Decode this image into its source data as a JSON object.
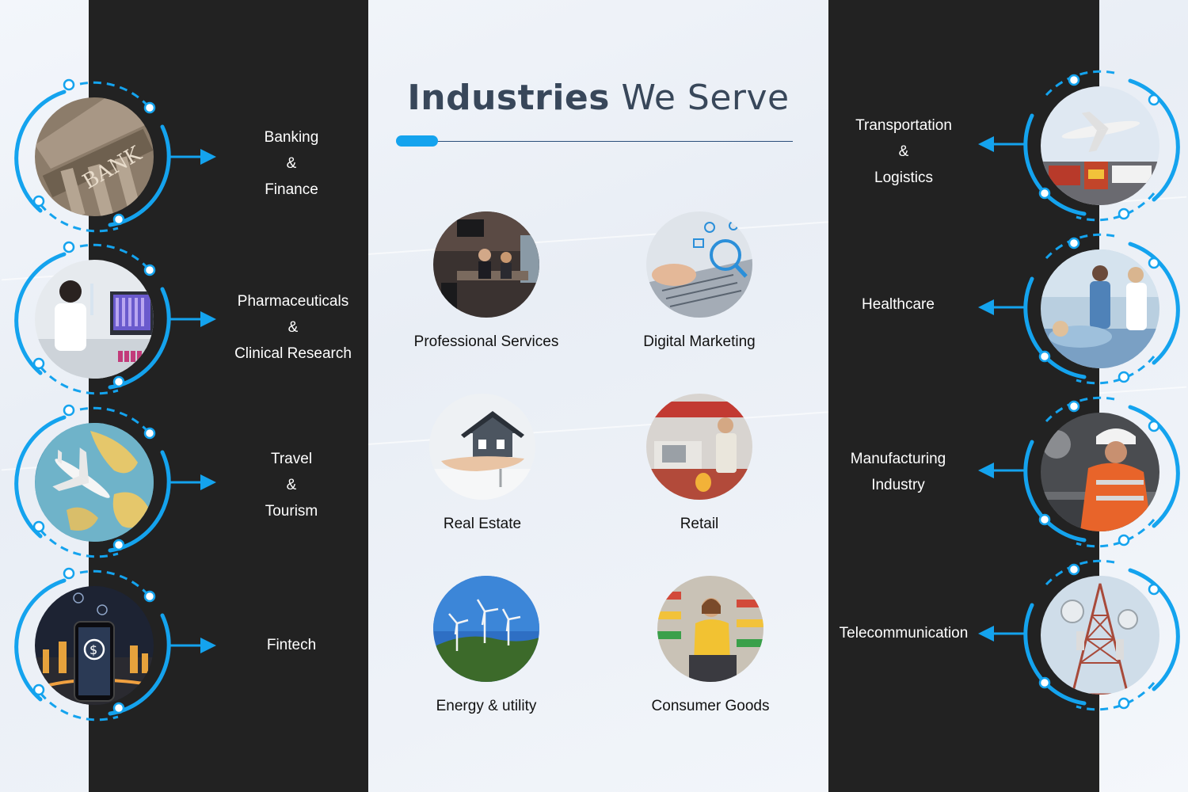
{
  "header": {
    "title_bold": "Industries",
    "title_regular": "We Serve"
  },
  "colors": {
    "accent": "#14a3ee",
    "panel": "#222222",
    "title": "#38475a"
  },
  "left_items": [
    {
      "line1": "Banking",
      "line2": "&",
      "line3": "Finance",
      "icon": "bank-building-icon"
    },
    {
      "line1": "Pharmaceuticals",
      "line2": "&",
      "line3": "Clinical Research",
      "icon": "laboratory-icon"
    },
    {
      "line1": "Travel",
      "line2": "&",
      "line3": "Tourism",
      "icon": "globe-airplane-icon"
    },
    {
      "line1": "Fintech",
      "icon": "mobile-payment-icon"
    }
  ],
  "right_items": [
    {
      "line1": "Transportation",
      "line2": "&",
      "line3": "Logistics",
      "icon": "cargo-transport-icon"
    },
    {
      "line1": "Healthcare",
      "icon": "hospital-icon"
    },
    {
      "line1": "Manufacturing",
      "line2": "Industry",
      "icon": "factory-worker-icon"
    },
    {
      "line1": "Telecommunication",
      "icon": "telecom-tower-icon"
    }
  ],
  "center_items": [
    {
      "label": "Professional Services",
      "icon": "meeting-room-icon"
    },
    {
      "label": "Digital Marketing",
      "icon": "laptop-analytics-icon"
    },
    {
      "label": "Real Estate",
      "icon": "house-in-hand-icon"
    },
    {
      "label": "Retail",
      "icon": "store-checkout-icon"
    },
    {
      "label": "Energy & utility",
      "icon": "wind-turbine-icon"
    },
    {
      "label": "Consumer Goods",
      "icon": "grocery-shopper-icon"
    }
  ]
}
